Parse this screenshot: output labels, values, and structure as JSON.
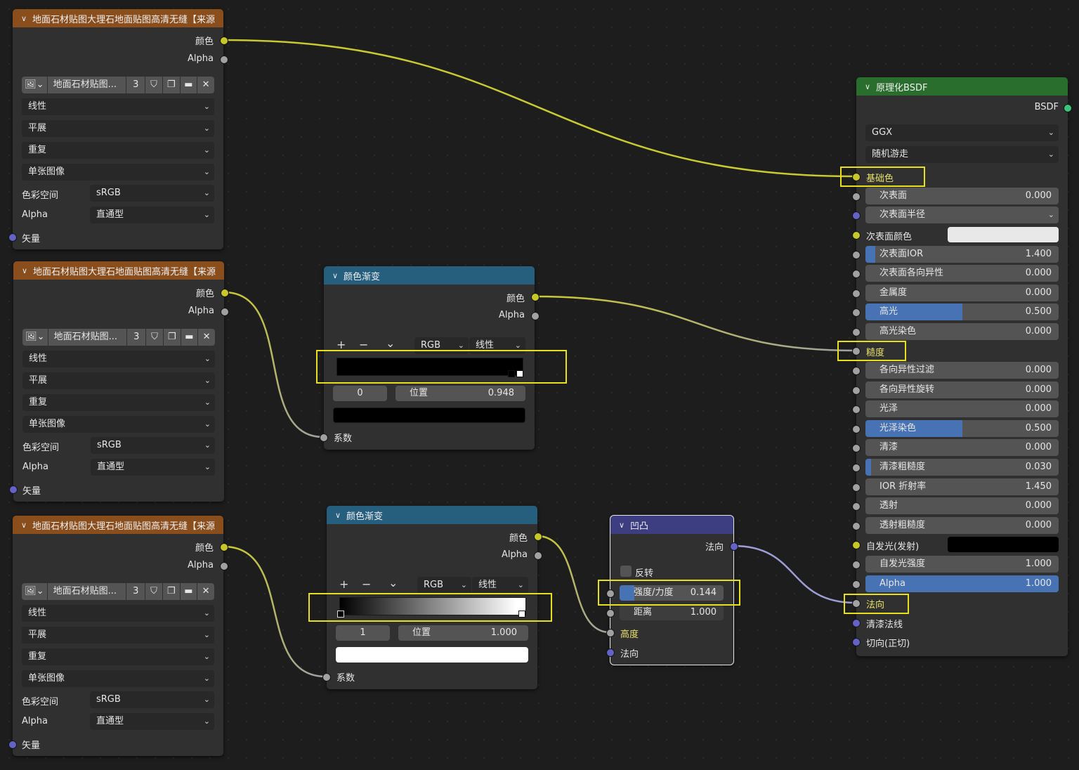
{
  "texture_nodes": [
    {
      "title": "地面石材贴图大理石地面贴图高清无缝【来源",
      "out_color": "颜色",
      "out_alpha": "Alpha",
      "image_name": "地面石材贴图...",
      "users": "3",
      "interp": "线性",
      "proj": "平展",
      "ext": "重复",
      "source": "单张图像",
      "cs_label": "色彩空间",
      "cs_value": "sRGB",
      "alpha_label": "Alpha",
      "alpha_value": "直通型",
      "vector": "矢量"
    },
    {
      "title": "地面石材贴图大理石地面贴图高清无缝【来源",
      "out_color": "颜色",
      "out_alpha": "Alpha",
      "image_name": "地面石材贴图...",
      "users": "3",
      "interp": "线性",
      "proj": "平展",
      "ext": "重复",
      "source": "单张图像",
      "cs_label": "色彩空间",
      "cs_value": "sRGB",
      "alpha_label": "Alpha",
      "alpha_value": "直通型",
      "vector": "矢量"
    },
    {
      "title": "地面石材贴图大理石地面贴图高清无缝【来源",
      "out_color": "颜色",
      "out_alpha": "Alpha",
      "image_name": "地面石材贴图...",
      "users": "3",
      "interp": "线性",
      "proj": "平展",
      "ext": "重复",
      "source": "单张图像",
      "cs_label": "色彩空间",
      "cs_value": "sRGB",
      "alpha_label": "Alpha",
      "alpha_value": "直通型",
      "vector": "矢量"
    }
  ],
  "ramp_nodes": [
    {
      "title": "颜色渐变",
      "out_color": "颜色",
      "out_alpha": "Alpha",
      "add": "+",
      "remove": "−",
      "more": "⌄",
      "mode": "RGB",
      "interp": "线性",
      "index": "0",
      "pos_label": "位置",
      "pos_value": "0.948",
      "fac": "系数",
      "swatch": "#000000"
    },
    {
      "title": "颜色渐变",
      "out_color": "颜色",
      "out_alpha": "Alpha",
      "add": "+",
      "remove": "−",
      "more": "⌄",
      "mode": "RGB",
      "interp": "线性",
      "index": "1",
      "pos_label": "位置",
      "pos_value": "1.000",
      "fac": "系数",
      "swatch": "#ffffff"
    }
  ],
  "bump": {
    "title": "凹凸",
    "out_normal": "法向",
    "invert": "反转",
    "strength_label": "强度/力度",
    "strength_value": "0.144",
    "strength_fill": 0.144,
    "dist_label": "距离",
    "dist_value": "1.000",
    "height": "高度",
    "normal": "法向"
  },
  "bsdf": {
    "title": "原理化BSDF",
    "out": "BSDF",
    "dist": "GGX",
    "sss_method": "随机游走",
    "base_color": "基础色",
    "subsurface_radius": "次表面半径",
    "subsurface_color": "次表面颜色",
    "roughness": "糙度",
    "emission": "自发光(发射)",
    "normal": "法向",
    "clearcoat_normal": "清漆法线",
    "tangent": "切向(正切)",
    "fields": [
      {
        "label": "次表面",
        "value": "0.000",
        "fill": 0
      },
      {
        "label": "次表面IOR",
        "value": "1.400",
        "fill": 0.05
      },
      {
        "label": "次表面各向异性",
        "value": "0.000",
        "fill": 0
      },
      {
        "label": "金属度",
        "value": "0.000",
        "fill": 0
      },
      {
        "label": "高光",
        "value": "0.500",
        "fill": 0.5
      },
      {
        "label": "高光染色",
        "value": "0.000",
        "fill": 0
      },
      {
        "label": "各向异性过滤",
        "value": "0.000",
        "fill": 0
      },
      {
        "label": "各向异性旋转",
        "value": "0.000",
        "fill": 0
      },
      {
        "label": "光泽",
        "value": "0.000",
        "fill": 0
      },
      {
        "label": "光泽染色",
        "value": "0.500",
        "fill": 0.5
      },
      {
        "label": "清漆",
        "value": "0.000",
        "fill": 0
      },
      {
        "label": "清漆粗糙度",
        "value": "0.030",
        "fill": 0.03
      },
      {
        "label": "IOR 折射率",
        "value": "1.450",
        "fill": 0
      },
      {
        "label": "透射",
        "value": "0.000",
        "fill": 0
      },
      {
        "label": "透射粗糙度",
        "value": "0.000",
        "fill": 0
      },
      {
        "label": "自发光强度",
        "value": "1.000",
        "fill": 0
      },
      {
        "label": "Alpha",
        "value": "1.000",
        "fill": 1
      }
    ]
  },
  "colors": {
    "yellow_socket": "#c7c729",
    "gray_socket": "#a1a1a1",
    "purple_socket": "#6363c7",
    "green_socket": "#3cc47a",
    "highlight": "#e8e01a",
    "texture_header": "#8a4d1c",
    "converter_header": "#265e7e",
    "vector_header": "#3d3d82",
    "shader_header": "#2a6e2e"
  }
}
